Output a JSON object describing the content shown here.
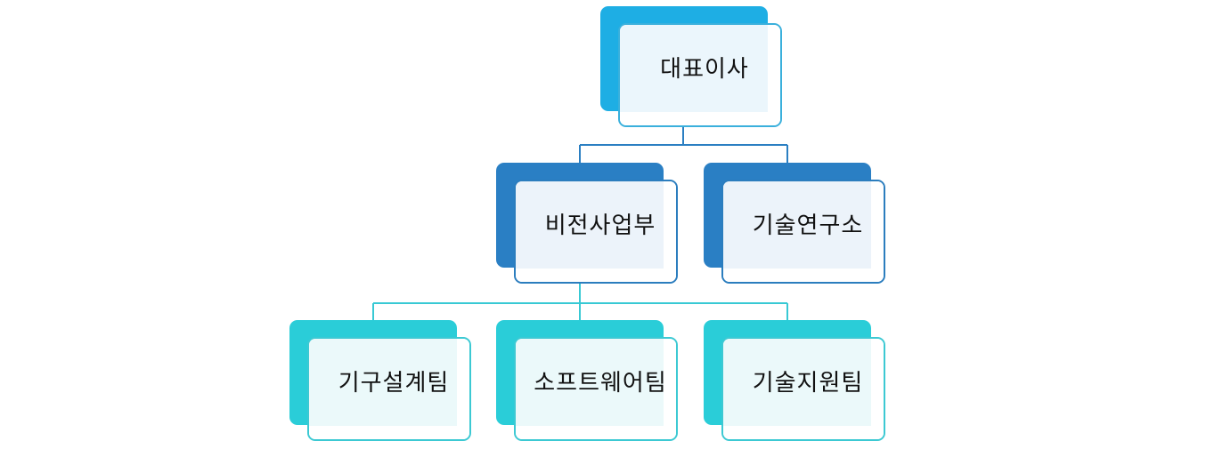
{
  "colors": {
    "level1_back": "#1eaee4",
    "level1_border": "#3ab0dc",
    "level1_fill": "#e8f4fb",
    "level2_back": "#2a7fc4",
    "level2_border": "#2b7dbe",
    "level2_fill": "#e9f1f9",
    "level3_back": "#2acdd8",
    "level3_border": "#3cc9d3",
    "level3_fill": "#e8f8f9",
    "connector_top": "#2b7fc2",
    "connector_bottom": "#38c9d4"
  },
  "nodes": {
    "ceo": {
      "label": "대표이사"
    },
    "vision": {
      "label": "비전사업부"
    },
    "research": {
      "label": "기술연구소"
    },
    "mech": {
      "label": "기구설계팀"
    },
    "software": {
      "label": "소프트웨어팀"
    },
    "support": {
      "label": "기술지원팀"
    }
  }
}
